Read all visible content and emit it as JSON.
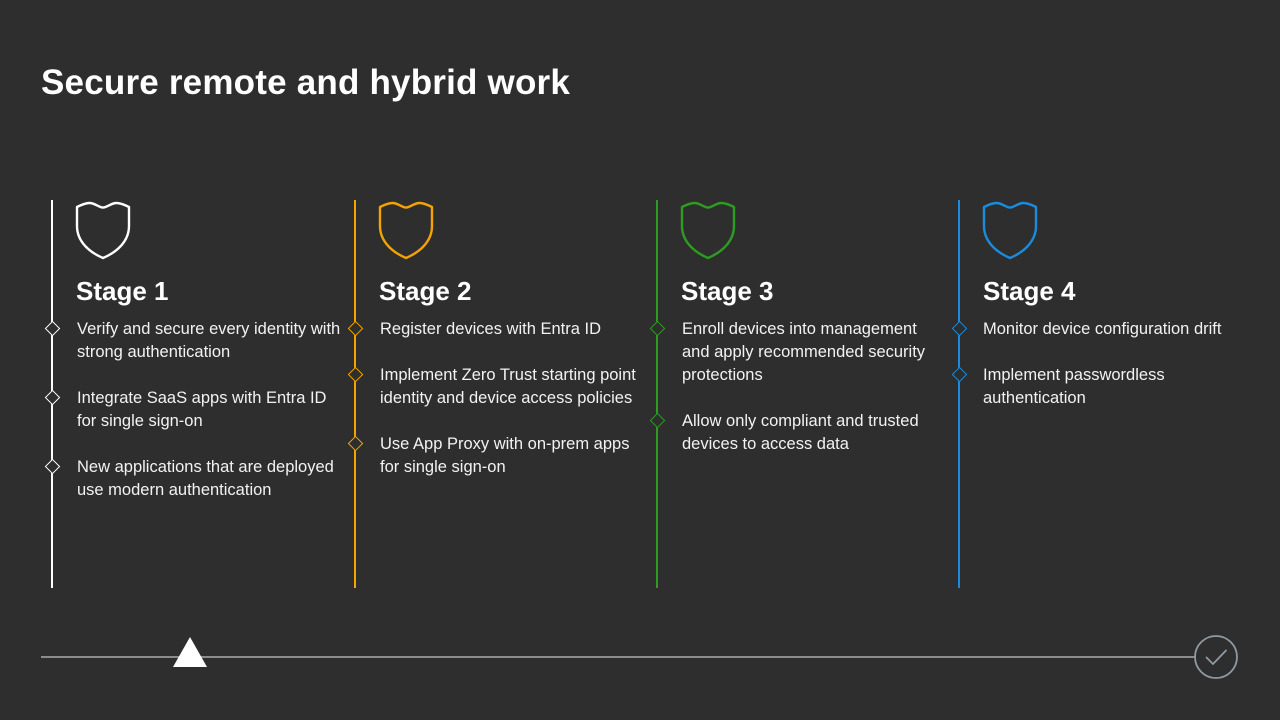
{
  "slide": {
    "title": "Secure remote and hybrid work",
    "background_color": "#2e2e2e",
    "text_color": "#ffffff"
  },
  "stages": [
    {
      "heading": "Stage 1",
      "accent_color": "#ffffff",
      "icon": "shield-icon",
      "bullets": [
        "Verify and secure every identity with strong authentication",
        "Integrate SaaS apps with Entra ID for single sign-on",
        "New applications that are deployed use modern authentication"
      ]
    },
    {
      "heading": "Stage 2",
      "accent_color": "#f5a300",
      "icon": "shield-icon",
      "bullets": [
        "Register devices with Entra ID",
        "Implement Zero Trust starting point identity and device access policies",
        "Use App Proxy with on-prem apps for single sign-on"
      ]
    },
    {
      "heading": "Stage 3",
      "accent_color": "#2e9b22",
      "icon": "shield-icon",
      "bullets": [
        "Enroll devices into management and apply recommended security protections",
        "Allow only compliant and trusted devices to access data"
      ]
    },
    {
      "heading": "Stage 4",
      "accent_color": "#1c8bdc",
      "icon": "shield-icon",
      "bullets": [
        "Monitor device configuration drift",
        "Implement passwordless authentication"
      ]
    }
  ],
  "progress": {
    "line_color": "#8c8c8c",
    "marker_icon": "triangle-marker-icon",
    "marker_color": "#ffffff",
    "end_icon": "check-circle-icon",
    "end_icon_color": "#8f9aa3"
  }
}
